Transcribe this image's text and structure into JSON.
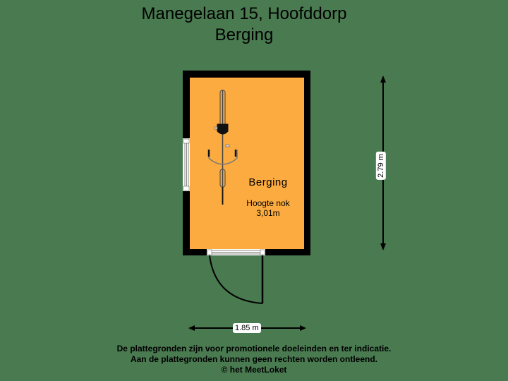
{
  "header": {
    "address": "Manegelaan 15, Hoofddorp",
    "subtitle": "Berging"
  },
  "room": {
    "name": "Berging",
    "height_label": "Hoogte nok",
    "height_value": "3,01m",
    "fill_color": "#fbab3f",
    "wall_color": "#000000"
  },
  "dimensions": {
    "width": "1.85 m",
    "height": "2.79 m"
  },
  "background_color": "#497a50",
  "footer": {
    "line1": "De plattegronden zijn voor promotionele doeleinden en ter indicatie.",
    "line2": "Aan de plattegronden kunnen geen rechten worden ontleend.",
    "line3": "© het MeetLoket"
  }
}
